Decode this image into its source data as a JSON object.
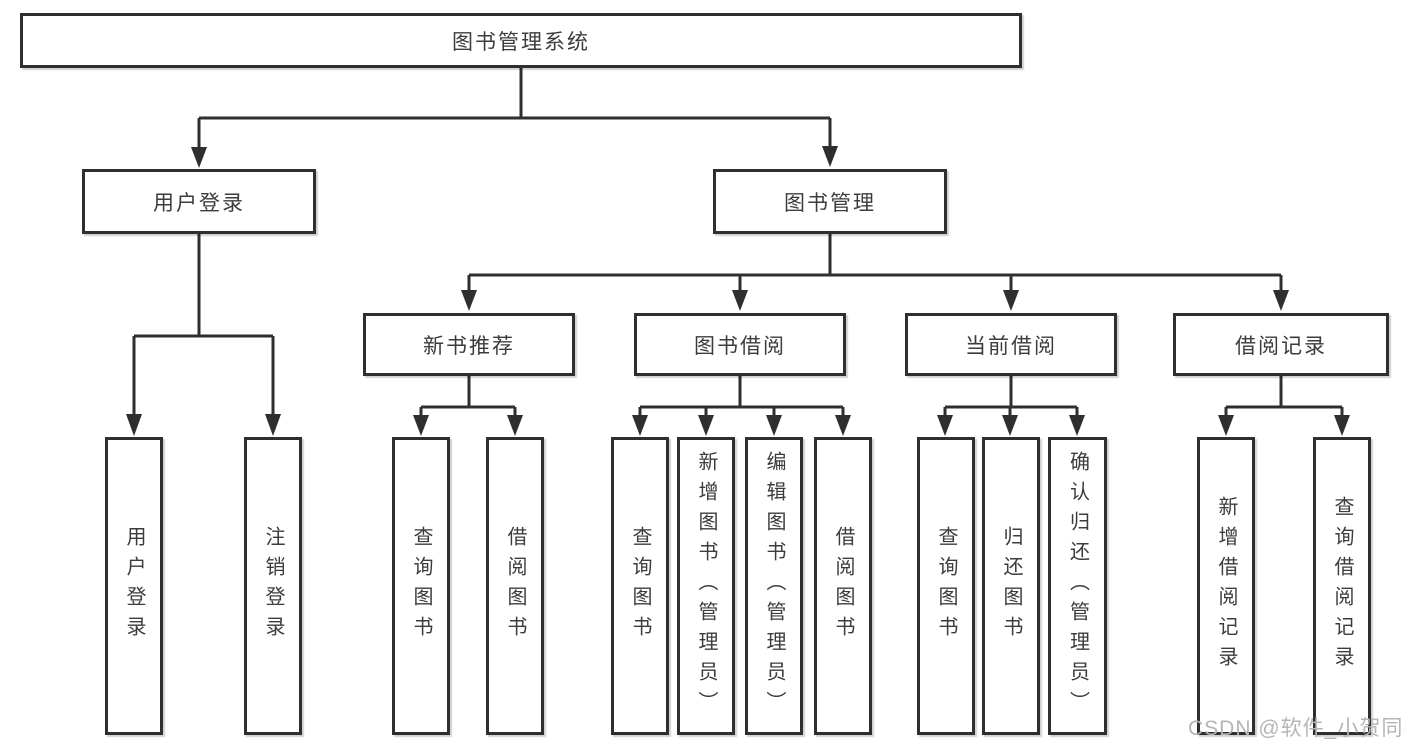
{
  "colors": {
    "line": "#2f2f2f",
    "text": "#3c3c3c",
    "box_background": "#ffffff",
    "watermark": "#b5b5b5"
  },
  "tree": {
    "root": {
      "label": "图书管理系统"
    },
    "level2": [
      {
        "label": "用户登录"
      },
      {
        "label": "图书管理"
      }
    ],
    "sections": [
      {
        "label": "新书推荐"
      },
      {
        "label": "图书借阅"
      },
      {
        "label": "当前借阅"
      },
      {
        "label": "借阅记录"
      }
    ],
    "leaves": {
      "user": [
        "用户登录",
        "注销登录"
      ],
      "newbook": [
        "查询图书",
        "借阅图书"
      ],
      "borrow": [
        "查询图书",
        "新增图书（管理员）",
        "编辑图书（管理员）",
        "借阅图书"
      ],
      "current": [
        "查询图书",
        "归还图书",
        "确认归还（管理员）"
      ],
      "records": [
        "新增借阅记录",
        "查询借阅记录"
      ]
    }
  },
  "watermark": {
    "text": "CSDN @软件_小贺同学"
  }
}
